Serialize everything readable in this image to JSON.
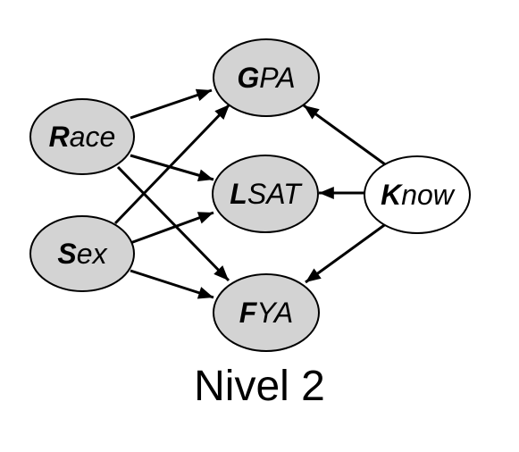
{
  "colors": {
    "observed_fill": "#d3d3d3",
    "latent_fill": "#ffffff",
    "stroke": "#000000"
  },
  "nodes": {
    "gpa": {
      "initial": "G",
      "rest": "PA",
      "kind": "observed"
    },
    "race": {
      "initial": "R",
      "rest": "ace",
      "kind": "observed"
    },
    "lsat": {
      "initial": "L",
      "rest": "SAT",
      "kind": "observed"
    },
    "know": {
      "initial": "K",
      "rest": "now",
      "kind": "latent"
    },
    "sex": {
      "initial": "S",
      "rest": "ex",
      "kind": "observed"
    },
    "fya": {
      "initial": "F",
      "rest": "YA",
      "kind": "observed"
    }
  },
  "edges": [
    {
      "from": "Race",
      "to": "GPA"
    },
    {
      "from": "Race",
      "to": "LSAT"
    },
    {
      "from": "Race",
      "to": "FYA"
    },
    {
      "from": "Sex",
      "to": "GPA"
    },
    {
      "from": "Sex",
      "to": "LSAT"
    },
    {
      "from": "Sex",
      "to": "FYA"
    },
    {
      "from": "Know",
      "to": "GPA"
    },
    {
      "from": "Know",
      "to": "LSAT"
    },
    {
      "from": "Know",
      "to": "FYA"
    }
  ],
  "caption": "Nivel 2"
}
